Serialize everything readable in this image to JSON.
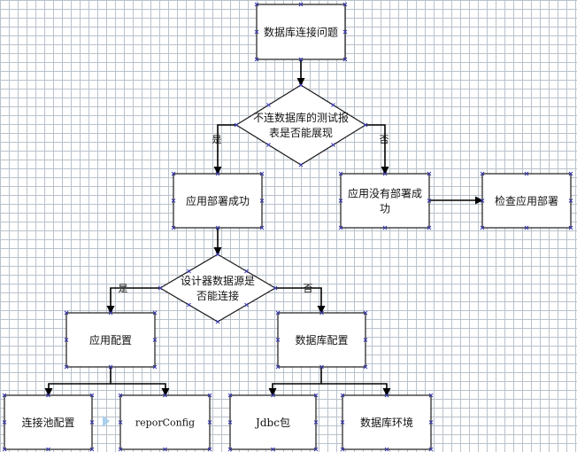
{
  "nodes": {
    "root": {
      "lines": [
        "数据库连接问题"
      ]
    },
    "q1": {
      "lines": [
        "不连数据库的测试报",
        "表是否能展现"
      ]
    },
    "deploy_ok": {
      "lines": [
        "应用部署成功"
      ]
    },
    "deploy_no": {
      "lines": [
        "应用没有部署成",
        "功"
      ]
    },
    "check": {
      "lines": [
        "检查应用部署"
      ]
    },
    "q2": {
      "lines": [
        "设计器数据源是",
        "否能连接"
      ]
    },
    "app_cfg": {
      "lines": [
        "应用配置"
      ]
    },
    "db_cfg": {
      "lines": [
        "数据库配置"
      ]
    },
    "pool": {
      "lines": [
        "连接池配置"
      ]
    },
    "repor": {
      "lines": [
        "reporConfig"
      ]
    },
    "jdbc": {
      "lines": [
        "Jdbc包"
      ]
    },
    "dbenv": {
      "lines": [
        "数据库环境"
      ]
    }
  },
  "edge_labels": {
    "q1_yes": "是",
    "q1_no": "否",
    "q2_yes": "是",
    "q2_no": "否"
  },
  "colors": {
    "node_fill": "#ffffff",
    "node_stroke": "#1a1a1a",
    "edge": "#000000",
    "connector_marker": "#3a3ab0",
    "grid": "#b9c2cc",
    "hint_arrow": "#a9d0ec"
  }
}
